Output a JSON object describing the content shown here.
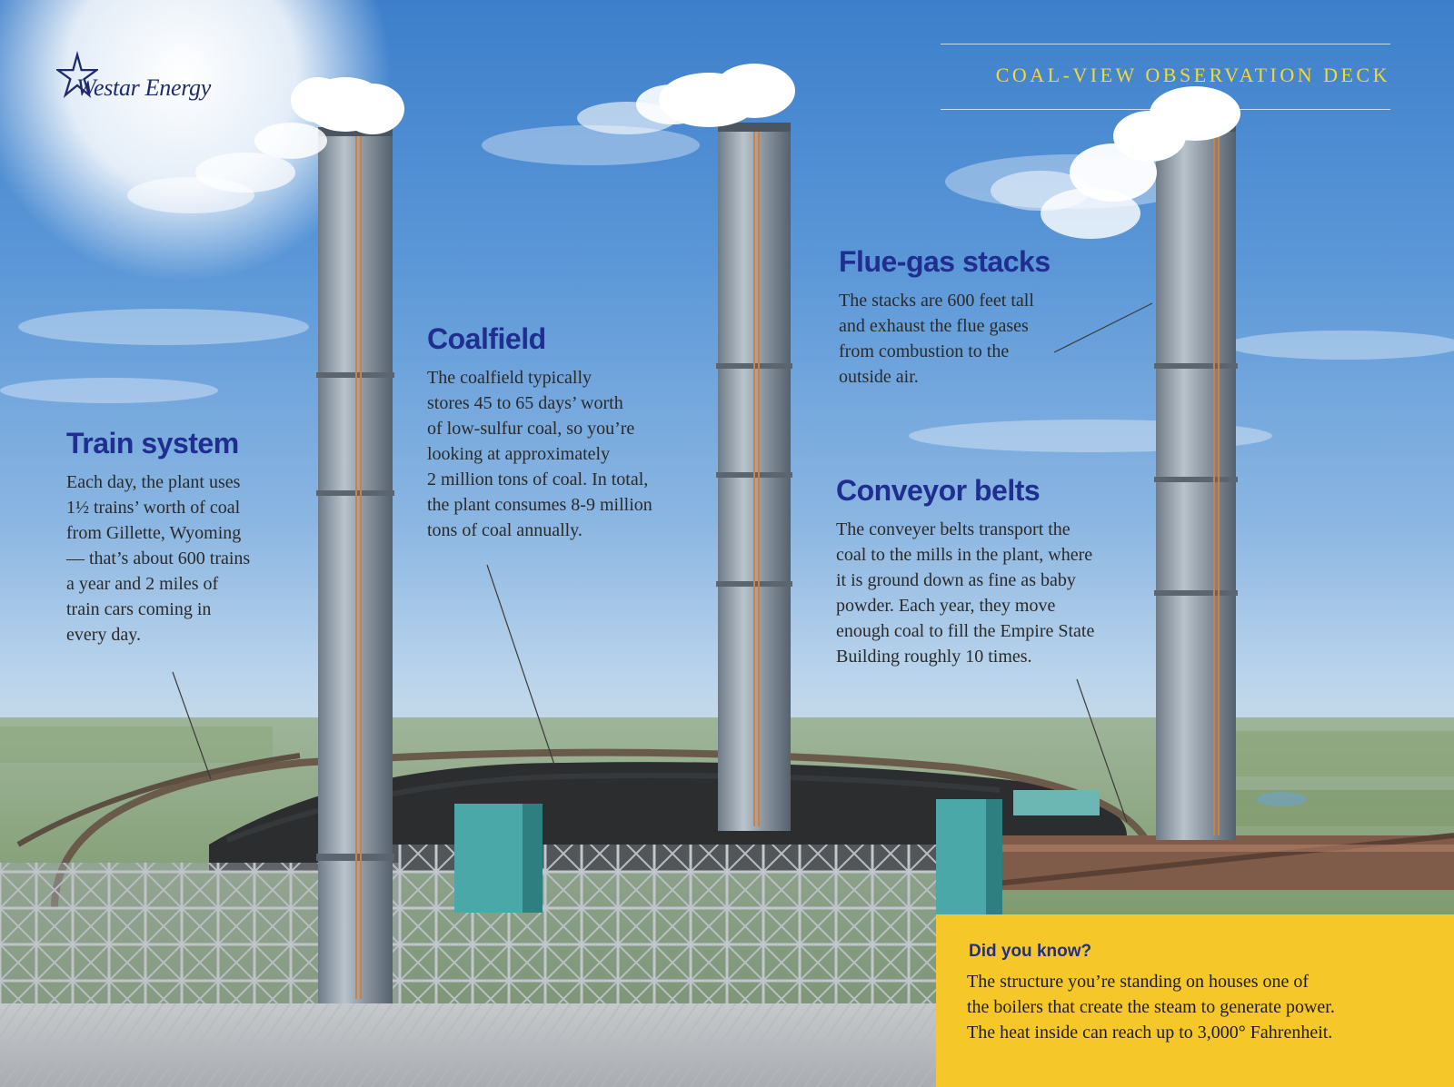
{
  "brand": {
    "name": "Westar Energy",
    "logo_icon": "star-icon",
    "accent": "#f1d83d",
    "heading_color": "#1f2e8f",
    "highlight_box_color": "#f6c729"
  },
  "header": {
    "title": "COAL-VIEW OBSERVATION DECK"
  },
  "callouts": {
    "train": {
      "title": "Train system",
      "lines": [
        "Each day, the plant uses",
        "1½ trains’ worth of coal",
        "from Gillette, Wyoming",
        "— that’s about 600 trains",
        "a year and 2 miles of",
        "train cars coming in",
        "every day."
      ]
    },
    "coalfield": {
      "title": "Coalfield",
      "lines": [
        "The coalfield typically",
        "stores 45 to 65 days’ worth",
        "of low-sulfur coal, so you’re",
        "looking at approximately",
        "2 million tons of coal. In total,",
        "the plant consumes 8-9 million",
        "tons of coal annually."
      ]
    },
    "stacks": {
      "title": "Flue-gas stacks",
      "lines": [
        "The stacks are 600 feet tall",
        "and exhaust the flue gases",
        "from combustion to the",
        "outside air."
      ]
    },
    "conveyor": {
      "title": "Conveyor belts",
      "lines": [
        "The conveyer belts transport the",
        "coal to the mills in the plant, where",
        "it is ground down as fine as baby",
        "powder. Each year, they move",
        "enough coal to fill the Empire State",
        "Building roughly 10 times."
      ]
    }
  },
  "did_you_know": {
    "title": "Did you know?",
    "lines": [
      "The structure you’re standing on houses one of",
      "the boilers that create the steam to generate power.",
      "The heat inside can reach up to 3,000° Fahrenheit."
    ]
  }
}
